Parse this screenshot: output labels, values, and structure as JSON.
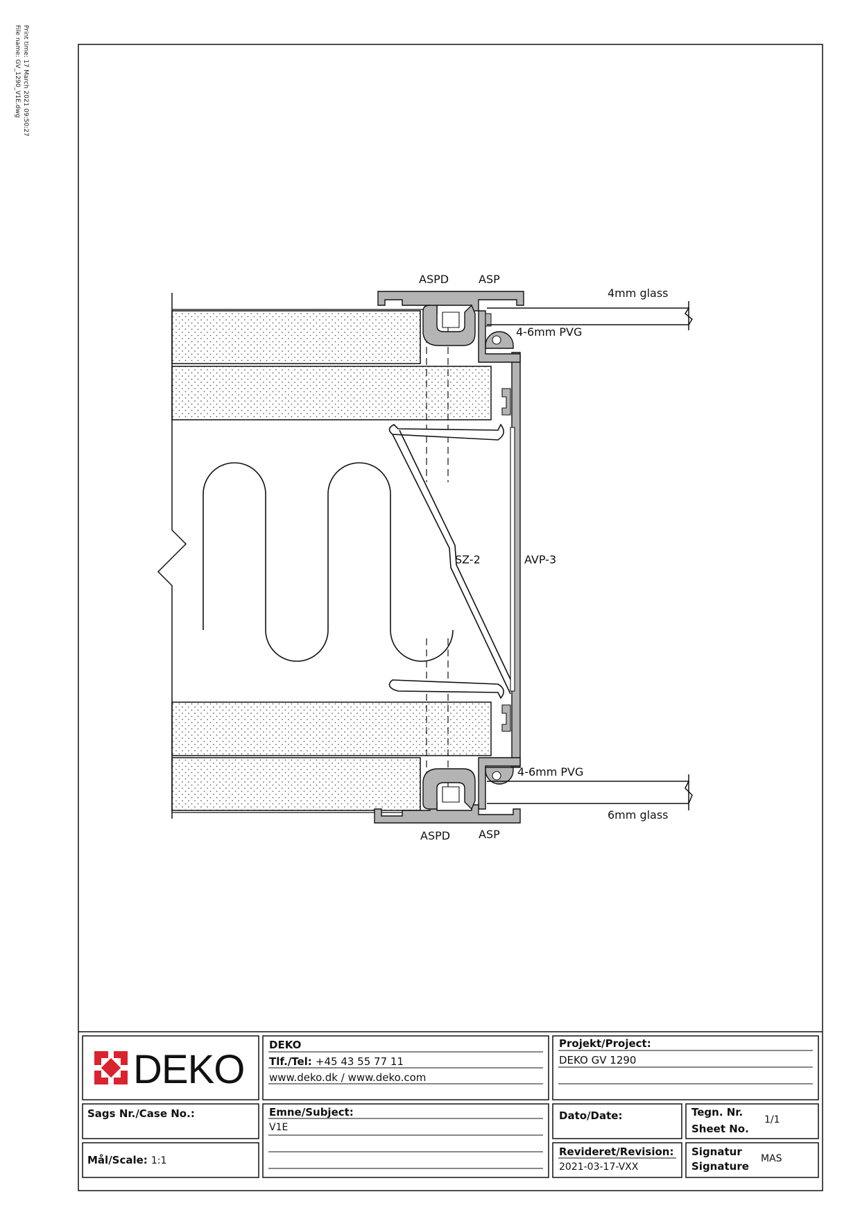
{
  "print_info": {
    "print_time": "Print time: 17 March 2021 09:50:27",
    "file_name": "File name: GV_1290_V1E.dwg"
  },
  "labels": {
    "aspd_top": "ASPD",
    "asp_top": "ASP",
    "glass_top": "4mm glass",
    "pvg_top": "4-6mm PVG",
    "sz2": "SZ-2",
    "avp3": "AVP-3",
    "pvg_bottom": "4-6mm PVG",
    "glass_bottom": "6mm glass",
    "aspd_bottom": "ASPD",
    "asp_bottom": "ASP"
  },
  "title_block": {
    "logo_text": "DEKO",
    "company": "DEKO",
    "phone_label": "Tlf./Tel:",
    "phone": "+45 43 55 77 11",
    "web": "www.deko.dk / www.deko.com",
    "project_label": "Projekt/Project:",
    "project": "DEKO GV 1290",
    "case_label": "Sags Nr./Case No.:",
    "subject_label": "Emne/Subject:",
    "subject": "V1E",
    "date_label": "Dato/Date:",
    "sheet_label_1": "Tegn. Nr.",
    "sheet_label_2": "Sheet No.",
    "sheet": "1/1",
    "scale_label": "Mål/Scale:",
    "scale": "1:1",
    "revision_label": "Revideret/Revision:",
    "revision": "2021-03-17-VXX",
    "signature_label_1": "Signatur",
    "signature_label_2": "Signature",
    "signature": "MAS"
  },
  "colors": {
    "logo_red": "#d9232e",
    "profile_fill": "#b4b4b4",
    "line": "#111111"
  }
}
